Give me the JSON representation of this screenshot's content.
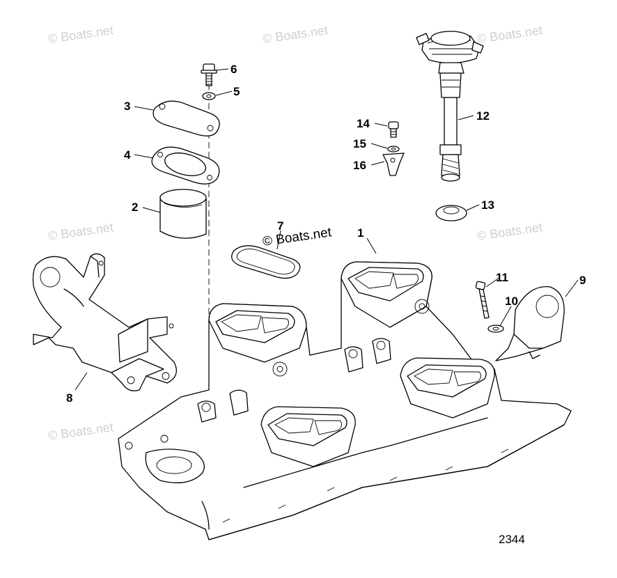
{
  "callouts": [
    {
      "id": "1",
      "label": "1"
    },
    {
      "id": "2",
      "label": "2"
    },
    {
      "id": "3",
      "label": "3"
    },
    {
      "id": "4",
      "label": "4"
    },
    {
      "id": "5",
      "label": "5"
    },
    {
      "id": "6",
      "label": "6"
    },
    {
      "id": "7",
      "label": "7"
    },
    {
      "id": "8",
      "label": "8"
    },
    {
      "id": "9",
      "label": "9"
    },
    {
      "id": "10",
      "label": "10"
    },
    {
      "id": "11",
      "label": "11"
    },
    {
      "id": "12",
      "label": "12"
    },
    {
      "id": "13",
      "label": "13"
    },
    {
      "id": "14",
      "label": "14"
    },
    {
      "id": "15",
      "label": "15"
    },
    {
      "id": "16",
      "label": "16"
    }
  ],
  "watermark": "© Boats.net",
  "figure_number": "2344"
}
